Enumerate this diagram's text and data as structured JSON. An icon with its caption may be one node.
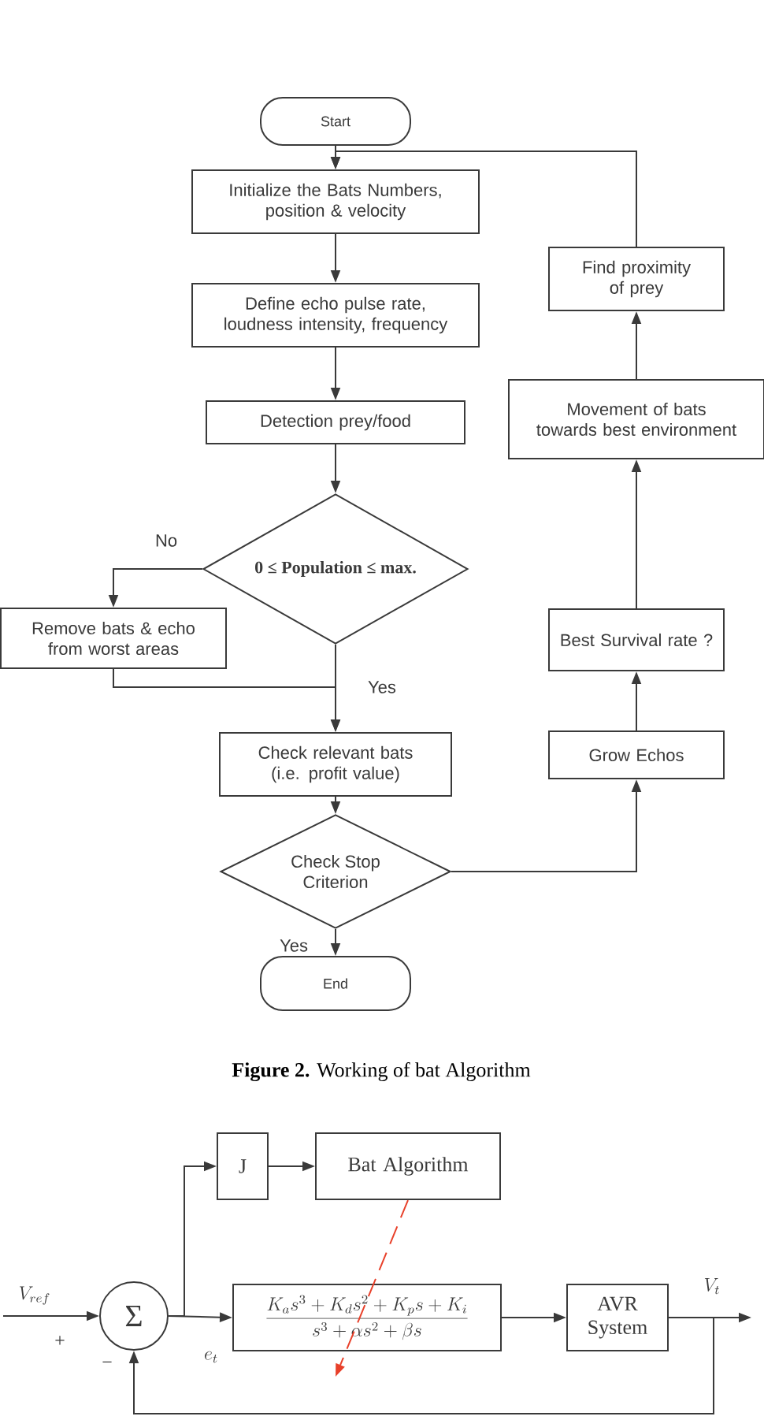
{
  "diagram": {
    "caption": "**Figure 2.** Working of bat Algorithm",
    "nodes": [
      {
        "text": [
          "Start"
        ]
      },
      {
        "text": [
          "Initialize the Bats Numbers, position & velocity"
        ]
      },
      {
        "text": [
          "Define echo pulse rate, loudness intensity, frequency"
        ]
      },
      {
        "text": [
          "Detection prey/food"
        ]
      },
      {
        "text": [
          "0 ≤ Population ≤ max."
        ]
      },
      {
        "text": [
          "Remove bats & echo from worst areas"
        ]
      },
      {
        "text": [
          "Check relevant bats (i.e. profit value)"
        ]
      },
      {
        "text": [
          "Check Stop Criterion"
        ]
      },
      {
        "text": [
          "End"
        ]
      },
      {
        "text": [
          "Grow Echos"
        ]
      },
      {
        "text": [
          "Best Survival rate ?"
        ]
      },
      {
        "text": [
          "Movement of bats towards best environment"
        ]
      },
      {
        "text": [
          "Find proximity of prey"
        ]
      },
      {
        "text": [
          "Σ"
        ],
        "beside": [
          "+",
          "−"
        ]
      },
      {
        "text": [
          "J"
        ]
      },
      {
        "text": [
          "Bat Algorithm"
        ]
      },
      {
        "text": [
          "\\frac{K_a s^3 + K_d s^2 + K_p s + K_i}{s^3 + \\alpha s^2 + \\beta s}"
        ]
      },
      {
        "text": [
          "AVR System"
        ]
      }
    ],
    "edges": [
      {
        "from": 0,
        "to": 1,
        "arrow": "to"
      },
      {
        "from": 1,
        "to": 2,
        "arrow": "to"
      },
      {
        "from": 2,
        "to": 3,
        "arrow": "to"
      },
      {
        "from": 3,
        "to": 4,
        "arrow": "to"
      },
      {
        "from": 4,
        "to": 5,
        "arrow": "to",
        "label": "No"
      },
      {
        "from": 5,
        "to": 6,
        "arrow": "to"
      },
      {
        "from": 4,
        "to": 6,
        "arrow": "to",
        "label": "Yes"
      },
      {
        "from": 6,
        "to": 7,
        "arrow": "to"
      },
      {
        "from": 7,
        "to": 8,
        "arrow": "to",
        "label": "Yes"
      },
      {
        "from": 7,
        "to": 9,
        "arrow": "to"
      },
      {
        "from": 9,
        "to": 10,
        "arrow": "to"
      },
      {
        "from": 10,
        "to": 11,
        "arrow": "to"
      },
      {
        "from": 11,
        "to": 12,
        "arrow": "to"
      },
      {
        "from": 12,
        "to": 1,
        "arrow": "to"
      },
      {
        "from": null,
        "to": 13,
        "arrow": "to"
      },
      {
        "from": 13,
        "to": 16,
        "arrow": "to"
      },
      {
        "from": 13,
        "to": 14,
        "arrow": "to"
      },
      {
        "from": 14,
        "to": 15,
        "arrow": "to"
      },
      {
        "from": 15,
        "to": 16,
        "arrow": "to",
        "style": "dashed",
        "color": "#e8402a"
      },
      {
        "from": 16,
        "to": 17,
        "arrow": "to"
      },
      {
        "from": 17,
        "to": null,
        "arrow": "to"
      },
      {
        "from": 17,
        "to": 13,
        "arrow": "to"
      }
    ],
    "labels": [
      "V_{ref}",
      "e_{t}",
      "V_{t}"
    ]
  }
}
